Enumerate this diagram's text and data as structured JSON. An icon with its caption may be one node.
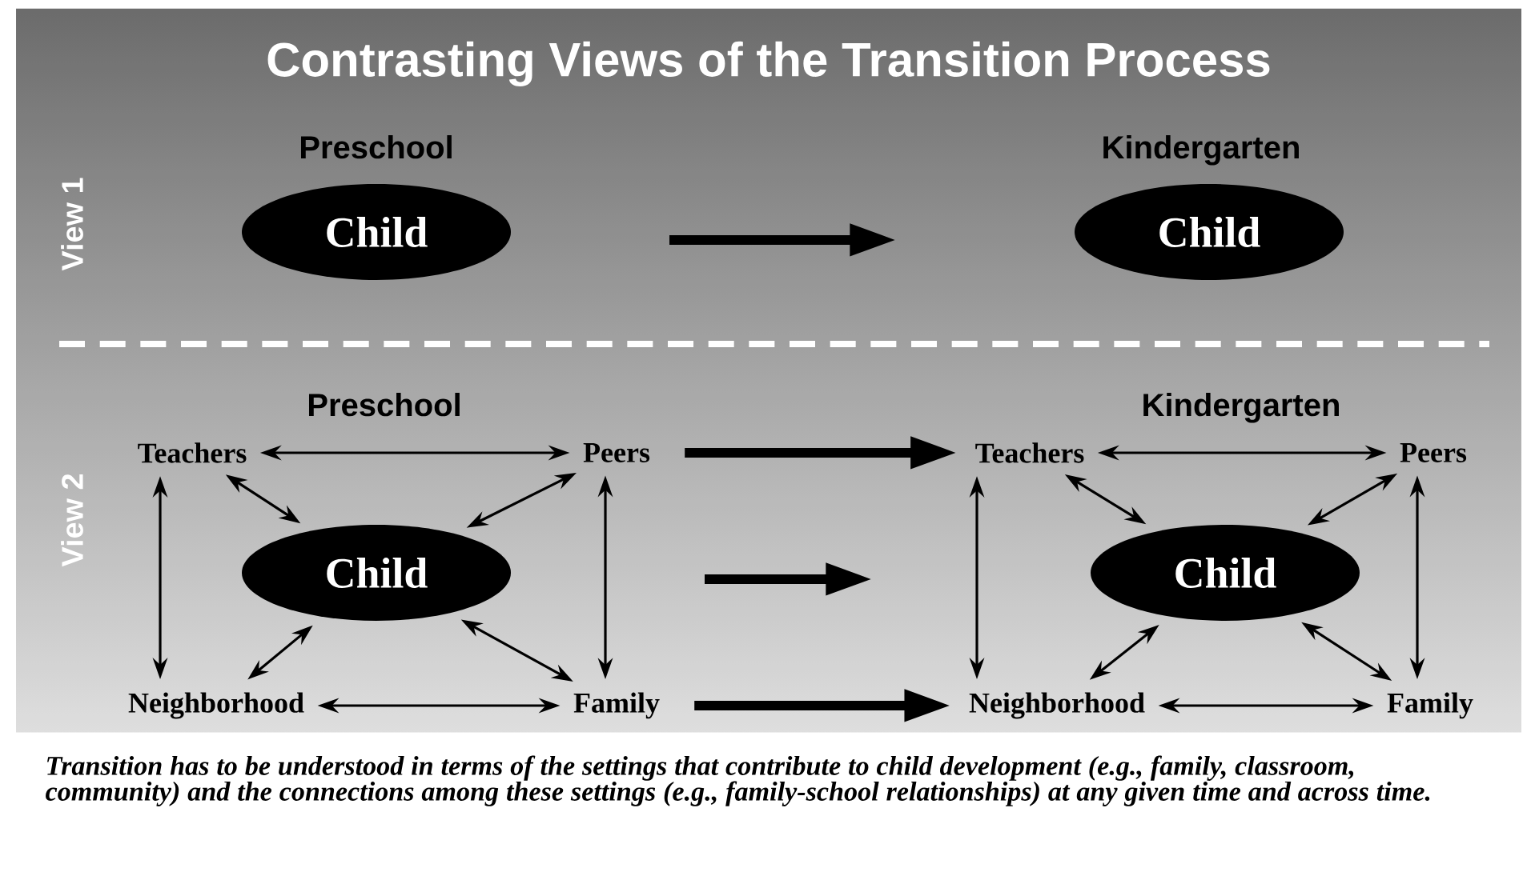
{
  "diagram": {
    "title": "Contrasting Views of the Transition Process",
    "caption": "Transition has to be understood in terms of the settings that contribute to child development (e.g., family, classroom, community) and the connections among these settings (e.g., family-school relationships) at any given time and across time.",
    "nodes": [
      {
        "text": [
          "Child"
        ],
        "beside": [
          "Preschool"
        ]
      },
      {
        "text": [
          "Child"
        ],
        "beside": [
          "Kindergarten"
        ]
      },
      {
        "text": [
          "Teachers"
        ]
      },
      {
        "text": [
          "Peers"
        ]
      },
      {
        "text": [
          "Child"
        ]
      },
      {
        "text": [
          "Neighborhood"
        ]
      },
      {
        "text": [
          "Family"
        ]
      },
      {
        "text": [
          "Teachers"
        ]
      },
      {
        "text": [
          "Peers"
        ]
      },
      {
        "text": [
          "Child"
        ]
      },
      {
        "text": [
          "Neighborhood"
        ]
      },
      {
        "text": [
          "Family"
        ]
      }
    ],
    "edges": [
      {
        "from": 2,
        "to": 3,
        "arrow": "both"
      },
      {
        "from": 2,
        "to": 4,
        "arrow": "both"
      },
      {
        "from": 3,
        "to": 4,
        "arrow": "both"
      },
      {
        "from": 2,
        "to": 5,
        "arrow": "both"
      },
      {
        "from": 3,
        "to": 6,
        "arrow": "both"
      },
      {
        "from": 4,
        "to": 5,
        "arrow": "both"
      },
      {
        "from": 4,
        "to": 6,
        "arrow": "both"
      },
      {
        "from": 5,
        "to": 6,
        "arrow": "both"
      },
      {
        "from": 3,
        "to": 7,
        "arrow": "to",
        "style": "thick"
      },
      {
        "from": 6,
        "to": 10,
        "arrow": "to",
        "style": "thick"
      },
      {
        "from": 7,
        "to": 8,
        "arrow": "both"
      },
      {
        "from": 7,
        "to": 9,
        "arrow": "both"
      },
      {
        "from": 8,
        "to": 9,
        "arrow": "both"
      },
      {
        "from": 7,
        "to": 10,
        "arrow": "both"
      },
      {
        "from": 8,
        "to": 11,
        "arrow": "both"
      },
      {
        "from": 9,
        "to": 10,
        "arrow": "both"
      },
      {
        "from": 9,
        "to": 11,
        "arrow": "both"
      },
      {
        "from": 10,
        "to": 11,
        "arrow": "both"
      }
    ],
    "labels": [
      "View 1",
      "View 2",
      "Preschool",
      "Kindergarten"
    ]
  }
}
